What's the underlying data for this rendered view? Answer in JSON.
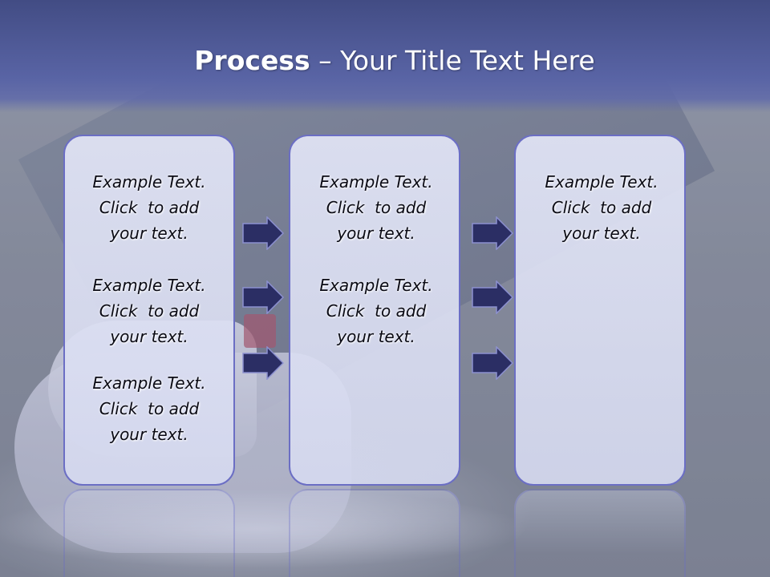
{
  "slide": {
    "title_bold": "Process",
    "title_rest": " – Your Title Text Here"
  },
  "columns": [
    {
      "items": [
        {
          "line1": "Example Text.",
          "line2": "Click  to add",
          "line3": "your text."
        },
        {
          "line1": "Example Text.",
          "line2": "Click  to add",
          "line3": "your text."
        },
        {
          "line1": "Example Text.",
          "line2": "Click  to add",
          "line3": "your text."
        }
      ]
    },
    {
      "items": [
        {
          "line1": "Example Text.",
          "line2": "Click  to add",
          "line3": "your text."
        },
        {
          "line1": "Example Text.",
          "line2": "Click  to add",
          "line3": "your text."
        }
      ]
    },
    {
      "items": [
        {
          "line1": "Example Text.",
          "line2": "Click  to add",
          "line3": "your text."
        }
      ]
    }
  ],
  "colors": {
    "header": "#4a5594",
    "box_border": "#6b6ec4",
    "arrow_fill": "#2b2e64"
  },
  "icons": [
    "right-arrow-icon"
  ]
}
